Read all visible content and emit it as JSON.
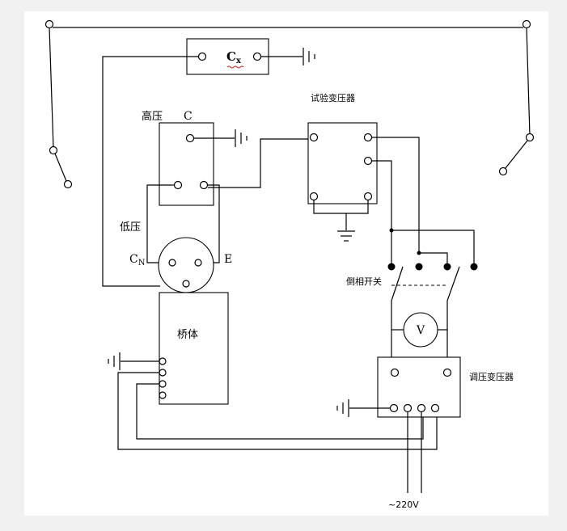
{
  "labels": {
    "cx_main": "C",
    "cx_sub": "x",
    "test_transformer": "试验变压器",
    "high_voltage": "高压",
    "c_terminal": "C",
    "low_voltage": "低压",
    "cn_main": "C",
    "cn_sub": "N",
    "e_terminal": "E",
    "reversing_switch": "倒相开关",
    "voltmeter": "V",
    "bridge_body": "桥体",
    "regulator_transformer": "调压变压器",
    "supply": "~220V"
  },
  "colors": {
    "line": "#000000",
    "paper": "#ffffff",
    "background": "#f1f1f1",
    "spellcheck_underline": "#d02020"
  },
  "icons": [
    "ground-icon",
    "terminal-icon",
    "knife-switch-icon",
    "voltmeter-icon"
  ]
}
